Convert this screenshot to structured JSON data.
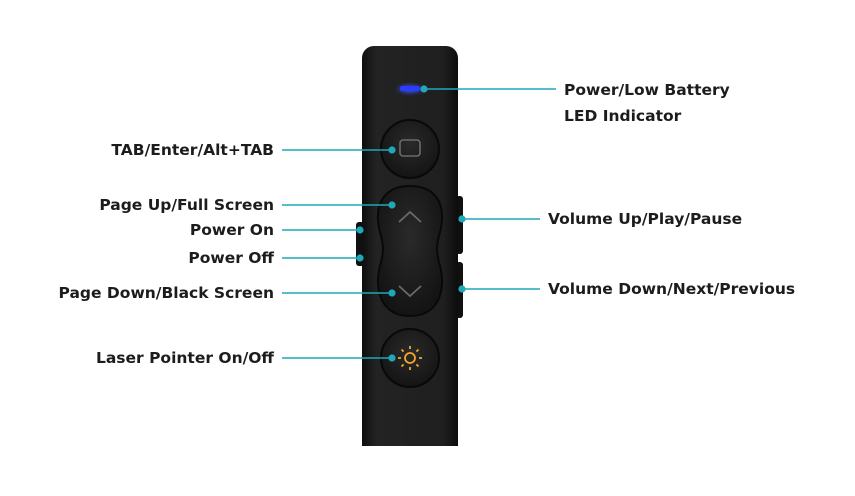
{
  "colors": {
    "leader_line": "#1fa8b8",
    "device_body": "#1b1b1b",
    "led": "#2a3cff",
    "laser_icon": "#f5a623"
  },
  "device": {
    "led_icon": "led-indicator",
    "tab_button_icon": "square-icon",
    "up_button_icon": "chevron-up-icon",
    "down_button_icon": "chevron-down-icon",
    "laser_button_icon": "sun-icon"
  },
  "labels": {
    "power_led_line1": "Power/Low Battery",
    "power_led_line2": "LED Indicator",
    "tab_enter": "TAB/Enter/Alt+TAB",
    "page_up": "Page Up/Full Screen",
    "power_on": "Power On",
    "power_off": "Power Off",
    "page_down": "Page Down/Black Screen",
    "laser": "Laser Pointer On/Off",
    "volume_up": "Volume Up/Play/Pause",
    "volume_down": "Volume Down/Next/Previous"
  }
}
